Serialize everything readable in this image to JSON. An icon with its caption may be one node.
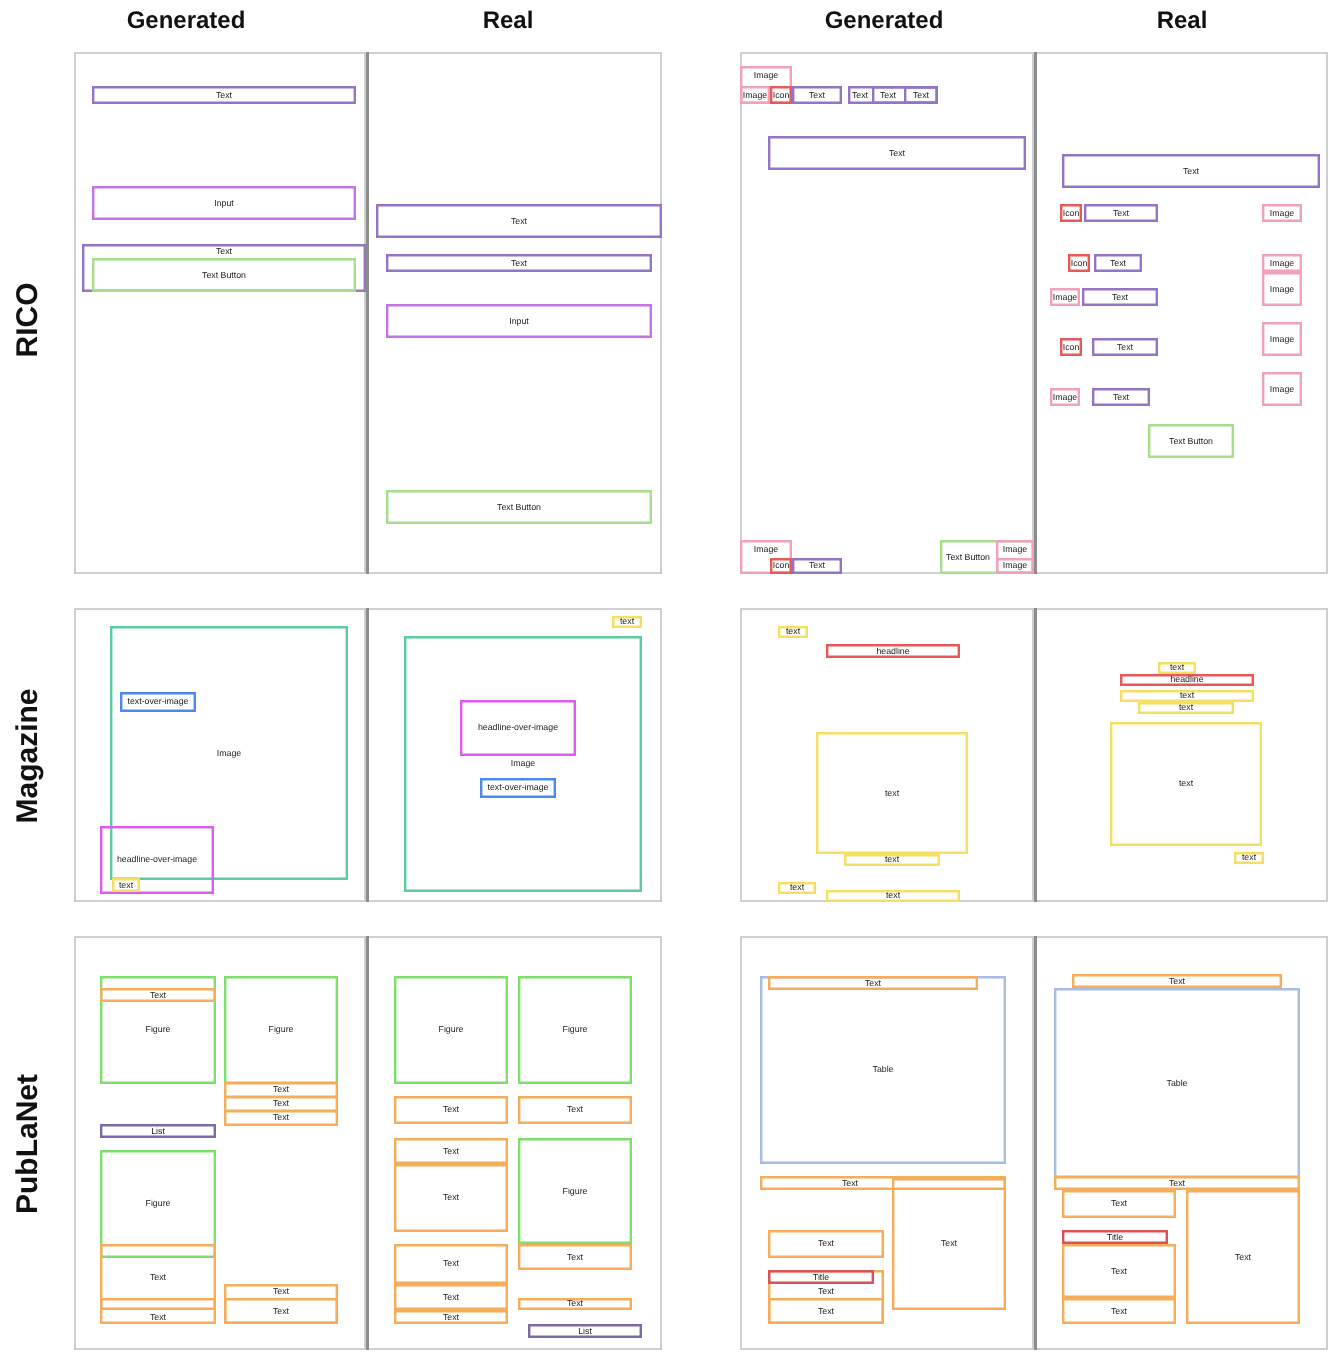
{
  "diagram": {
    "nodes": [
      {
        "text": [],
        "shape": "box"
      },
      {
        "text": [
          "Text"
        ],
        "in": 0
      },
      {
        "text": [
          "Input"
        ],
        "in": 0
      },
      {
        "text": [
          "Text"
        ],
        "in": 0
      },
      {
        "text": [
          "Text Button"
        ],
        "in": 3
      },
      {
        "text": [],
        "shape": "box"
      },
      {
        "text": [
          "Text"
        ],
        "in": 5
      },
      {
        "text": [
          "Text"
        ],
        "in": 5
      },
      {
        "text": [
          "Input"
        ],
        "in": 5
      },
      {
        "text": [
          "Text Button"
        ],
        "in": 5
      },
      {
        "text": [],
        "shape": "box"
      },
      {
        "text": [
          "Image"
        ],
        "in": 10
      },
      {
        "text": [
          "Image"
        ],
        "in": 11
      },
      {
        "text": [
          "Icon"
        ],
        "in": 11
      },
      {
        "text": [
          "Text"
        ],
        "in": 10
      },
      {
        "text": [
          "Text"
        ],
        "in": 10
      },
      {
        "text": [
          "Text"
        ],
        "in": 15
      },
      {
        "text": [
          "Text"
        ],
        "in": 16
      },
      {
        "text": [
          "Text"
        ],
        "in": 10
      },
      {
        "text": [
          "Image"
        ],
        "in": 10
      },
      {
        "text": [
          "Icon"
        ],
        "in": 19
      },
      {
        "text": [
          "Text"
        ],
        "in": 10
      },
      {
        "text": [
          "Text Button"
        ],
        "in": 10
      },
      {
        "text": [
          "Image"
        ],
        "in": 22
      },
      {
        "text": [
          "Image"
        ],
        "in": 23
      },
      {
        "text": [],
        "shape": "box"
      },
      {
        "text": [
          "Text"
        ],
        "in": 25
      },
      {
        "text": [
          "Icon"
        ],
        "in": 25
      },
      {
        "text": [
          "Text"
        ],
        "in": 25
      },
      {
        "text": [
          "Image"
        ],
        "in": 25
      },
      {
        "text": [
          "Icon"
        ],
        "in": 25
      },
      {
        "text": [
          "Text"
        ],
        "in": 25
      },
      {
        "text": [
          "Image"
        ],
        "in": 25
      },
      {
        "text": [
          "Image"
        ],
        "in": 25
      },
      {
        "text": [
          "Text"
        ],
        "in": 25
      },
      {
        "text": [
          "Image"
        ],
        "in": 25
      },
      {
        "text": [
          "Icon"
        ],
        "in": 25
      },
      {
        "text": [
          "Text"
        ],
        "in": 25
      },
      {
        "text": [
          "Image"
        ],
        "in": 25
      },
      {
        "text": [
          "Image"
        ],
        "in": 25
      },
      {
        "text": [
          "Text"
        ],
        "in": 25
      },
      {
        "text": [
          "Image"
        ],
        "in": 25
      },
      {
        "text": [
          "Text Button"
        ],
        "in": 25
      },
      {
        "text": [],
        "shape": "box"
      },
      {
        "text": [
          "Image"
        ],
        "in": 43
      },
      {
        "text": [
          "text-over-image"
        ],
        "in": 44
      },
      {
        "text": [
          "headline-over-image"
        ],
        "in": 43
      },
      {
        "text": [
          "text"
        ],
        "in": 46
      },
      {
        "text": [],
        "shape": "box"
      },
      {
        "text": [
          "text"
        ],
        "in": 48
      },
      {
        "text": [
          "Image"
        ],
        "in": 48
      },
      {
        "text": [
          "headline-over-image"
        ],
        "in": 50
      },
      {
        "text": [
          "text-over-image"
        ],
        "in": 50
      },
      {
        "text": [],
        "shape": "box"
      },
      {
        "text": [
          "text"
        ],
        "in": 53
      },
      {
        "text": [
          "headline"
        ],
        "in": 53
      },
      {
        "text": [
          "text"
        ],
        "in": 53
      },
      {
        "text": [
          "text"
        ],
        "in": 53
      },
      {
        "text": [
          "text"
        ],
        "in": 53
      },
      {
        "text": [
          "text"
        ],
        "in": 53
      },
      {
        "text": [],
        "shape": "box"
      },
      {
        "text": [
          "text"
        ],
        "in": 60
      },
      {
        "text": [
          "headline"
        ],
        "in": 60
      },
      {
        "text": [
          "text"
        ],
        "in": 60
      },
      {
        "text": [
          "text"
        ],
        "in": 60
      },
      {
        "text": [
          "text"
        ],
        "in": 60
      },
      {
        "text": [
          "text"
        ],
        "in": 60
      },
      {
        "text": [],
        "shape": "box"
      },
      {
        "text": [
          "Figure"
        ],
        "in": 67
      },
      {
        "text": [
          "Text"
        ],
        "in": 68
      },
      {
        "text": [
          "Figure"
        ],
        "in": 67
      },
      {
        "text": [
          "Text"
        ],
        "in": 67
      },
      {
        "text": [
          "Text"
        ],
        "in": 67
      },
      {
        "text": [
          "Text"
        ],
        "in": 67
      },
      {
        "text": [
          "List"
        ],
        "in": 67
      },
      {
        "text": [
          "Figure"
        ],
        "in": 67
      },
      {
        "text": [
          "Text"
        ],
        "in": 67
      },
      {
        "text": [
          "Text"
        ],
        "in": 67
      },
      {
        "text": [
          "Text"
        ],
        "in": 67
      },
      {
        "text": [
          "Text"
        ],
        "in": 78
      },
      {
        "text": [],
        "shape": "box"
      },
      {
        "text": [
          "Figure"
        ],
        "in": 80
      },
      {
        "text": [
          "Figure"
        ],
        "in": 80
      },
      {
        "text": [
          "Text"
        ],
        "in": 80
      },
      {
        "text": [
          "Text"
        ],
        "in": 80
      },
      {
        "text": [
          "Text"
        ],
        "in": 80
      },
      {
        "text": [
          "Figure"
        ],
        "in": 80
      },
      {
        "text": [
          "Text"
        ],
        "in": 80
      },
      {
        "text": [
          "Text"
        ],
        "in": 80
      },
      {
        "text": [
          "Text"
        ],
        "in": 80
      },
      {
        "text": [
          "Text"
        ],
        "in": 80
      },
      {
        "text": [
          "Text"
        ],
        "in": 80
      },
      {
        "text": [
          "Text"
        ],
        "in": 80
      },
      {
        "text": [
          "List"
        ],
        "in": 80
      },
      {
        "text": [],
        "shape": "box"
      },
      {
        "text": [
          "Table"
        ],
        "in": 94
      },
      {
        "text": [
          "Text"
        ],
        "in": 95
      },
      {
        "text": [
          "Text"
        ],
        "in": 94
      },
      {
        "text": [
          "Text"
        ],
        "in": 94
      },
      {
        "text": [
          "Text"
        ],
        "in": 94
      },
      {
        "text": [
          "Text"
        ],
        "in": 94
      },
      {
        "text": [
          "Title"
        ],
        "in": 100
      },
      {
        "text": [
          "Text"
        ],
        "in": 100
      },
      {
        "text": [],
        "shape": "box"
      },
      {
        "text": [
          "Text"
        ],
        "in": 103
      },
      {
        "text": [
          "Table"
        ],
        "in": 103
      },
      {
        "text": [
          "Text"
        ],
        "in": 103
      },
      {
        "text": [
          "Text"
        ],
        "in": 103
      },
      {
        "text": [
          "Text"
        ],
        "in": 103
      },
      {
        "text": [
          "Title"
        ],
        "in": 103
      },
      {
        "text": [
          "Text"
        ],
        "in": 103
      },
      {
        "text": [
          "Text"
        ],
        "in": 103
      }
    ],
    "labels": [
      "Generated",
      "Real",
      "Generated",
      "Real",
      "RICO",
      "Magazine",
      "PubLaNet"
    ]
  }
}
